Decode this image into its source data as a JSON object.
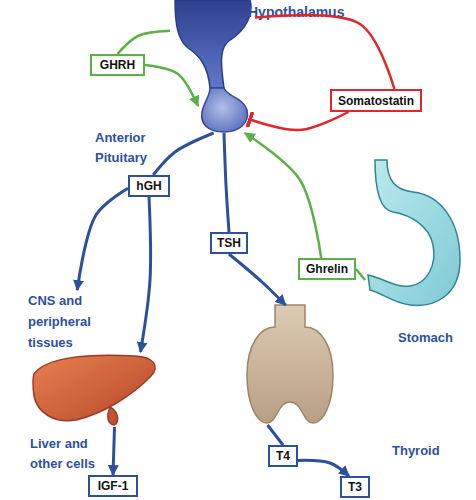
{
  "diagram": {
    "nodes": [
      {
        "text": [
          "Hypothalamus"
        ]
      },
      {
        "text": [
          "GHRH"
        ]
      },
      {
        "text": [
          "Somatostatin"
        ]
      },
      {
        "text": [
          "Anterior Pituitary"
        ]
      },
      {
        "text": [
          "hGH"
        ]
      },
      {
        "text": [
          "TSH"
        ]
      },
      {
        "text": [
          "Ghrelin"
        ]
      },
      {
        "text": [
          "Stomach"
        ]
      },
      {
        "text": [
          "CNS and peripheral tissues"
        ]
      },
      {
        "text": [
          "Liver and other cells"
        ]
      },
      {
        "text": [
          "Thyroid"
        ]
      },
      {
        "text": [
          "IGF-1"
        ]
      },
      {
        "text": [
          "T4"
        ]
      },
      {
        "text": [
          "T3"
        ]
      }
    ],
    "edges": [
      {
        "from": 0,
        "to": 1,
        "arrow": "none"
      },
      {
        "from": 1,
        "to": 3,
        "arrow": "to"
      },
      {
        "from": 0,
        "to": 2,
        "arrow": "none"
      },
      {
        "from": 2,
        "to": 3,
        "arrow": "to"
      },
      {
        "from": 7,
        "to": 6,
        "arrow": "none"
      },
      {
        "from": 6,
        "to": 3,
        "arrow": "to"
      },
      {
        "from": 3,
        "to": 4,
        "arrow": "none"
      },
      {
        "from": 4,
        "to": 8,
        "arrow": "to"
      },
      {
        "from": 4,
        "to": 9,
        "arrow": "to"
      },
      {
        "from": 3,
        "to": 5,
        "arrow": "none"
      },
      {
        "from": 5,
        "to": 10,
        "arrow": "to"
      },
      {
        "from": 9,
        "to": 11,
        "arrow": "to"
      },
      {
        "from": 10,
        "to": 12,
        "arrow": "none"
      },
      {
        "from": 12,
        "to": 13,
        "arrow": "to"
      }
    ]
  }
}
